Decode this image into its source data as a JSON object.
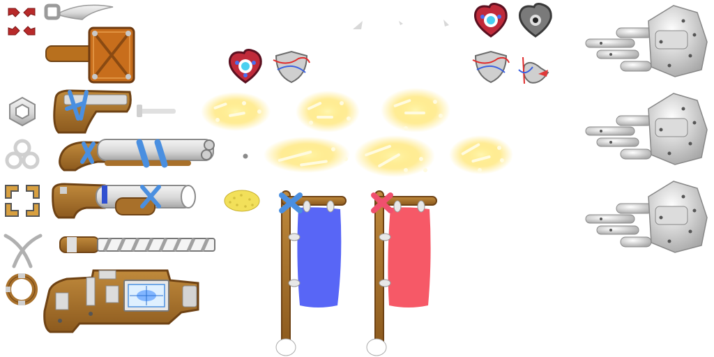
{
  "sheet": {
    "sprites": [
      {
        "id": "crosshair-markers",
        "icon": "crosshair-icon"
      },
      {
        "id": "wing-blade",
        "icon": "blade-icon"
      },
      {
        "id": "wooden-hammer",
        "icon": "hammer-icon"
      },
      {
        "id": "hexagon-nut",
        "icon": "hexagon-icon"
      },
      {
        "id": "trefoil-ring",
        "icon": "trefoil-icon"
      },
      {
        "id": "frame-corners",
        "icon": "frame-icon"
      },
      {
        "id": "crossed-wires",
        "icon": "wires-icon"
      },
      {
        "id": "bolted-ring",
        "icon": "ring-icon"
      },
      {
        "id": "blaster-pistol",
        "icon": "pistol-icon"
      },
      {
        "id": "long-rifle",
        "icon": "rifle-icon"
      },
      {
        "id": "tube-cannon",
        "icon": "cannon-icon"
      },
      {
        "id": "drill-barrel",
        "icon": "drill-icon"
      },
      {
        "id": "energy-launcher",
        "icon": "launcher-icon"
      },
      {
        "id": "heart-core",
        "icon": "heart-icon"
      },
      {
        "id": "shield-wired",
        "icon": "shield-icon"
      },
      {
        "id": "sparkle-clusters",
        "icon": "sparkle-icon"
      },
      {
        "id": "sponge",
        "icon": "sponge-icon"
      },
      {
        "id": "blue-banner",
        "icon": "flag-icon"
      },
      {
        "id": "red-banner",
        "icon": "flag-icon"
      },
      {
        "id": "robot-hands",
        "icon": "hand-icon"
      }
    ],
    "colors": {
      "wood": "#a8702a",
      "wood-dark": "#6e4214",
      "metal": "#dcdcdc",
      "metal-dark": "#8a8a8a",
      "blue": "#4a8fe0",
      "blue-cloth": "#4f5ef5",
      "red-cloth": "#f5505f",
      "pink": "#f0506e",
      "crimson": "#b02030",
      "gold": "#ffd84a",
      "sponge": "#f2e05a"
    }
  }
}
